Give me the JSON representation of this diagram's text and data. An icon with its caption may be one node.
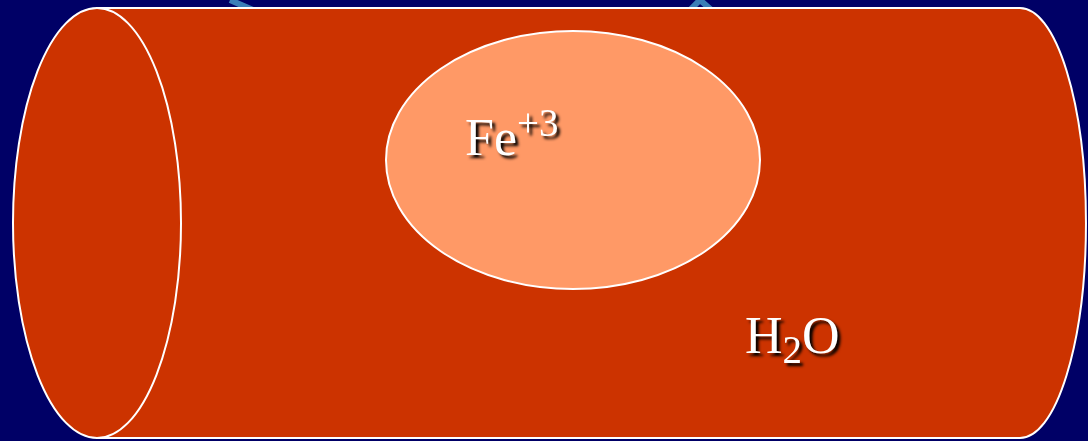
{
  "diagram": {
    "nodes": [
      {
        "text": [
          "H$_{2}$O"
        ]
      },
      {
        "text": [
          "Fe$^{+3}$"
        ],
        "in": 0
      }
    ],
    "edges": []
  }
}
